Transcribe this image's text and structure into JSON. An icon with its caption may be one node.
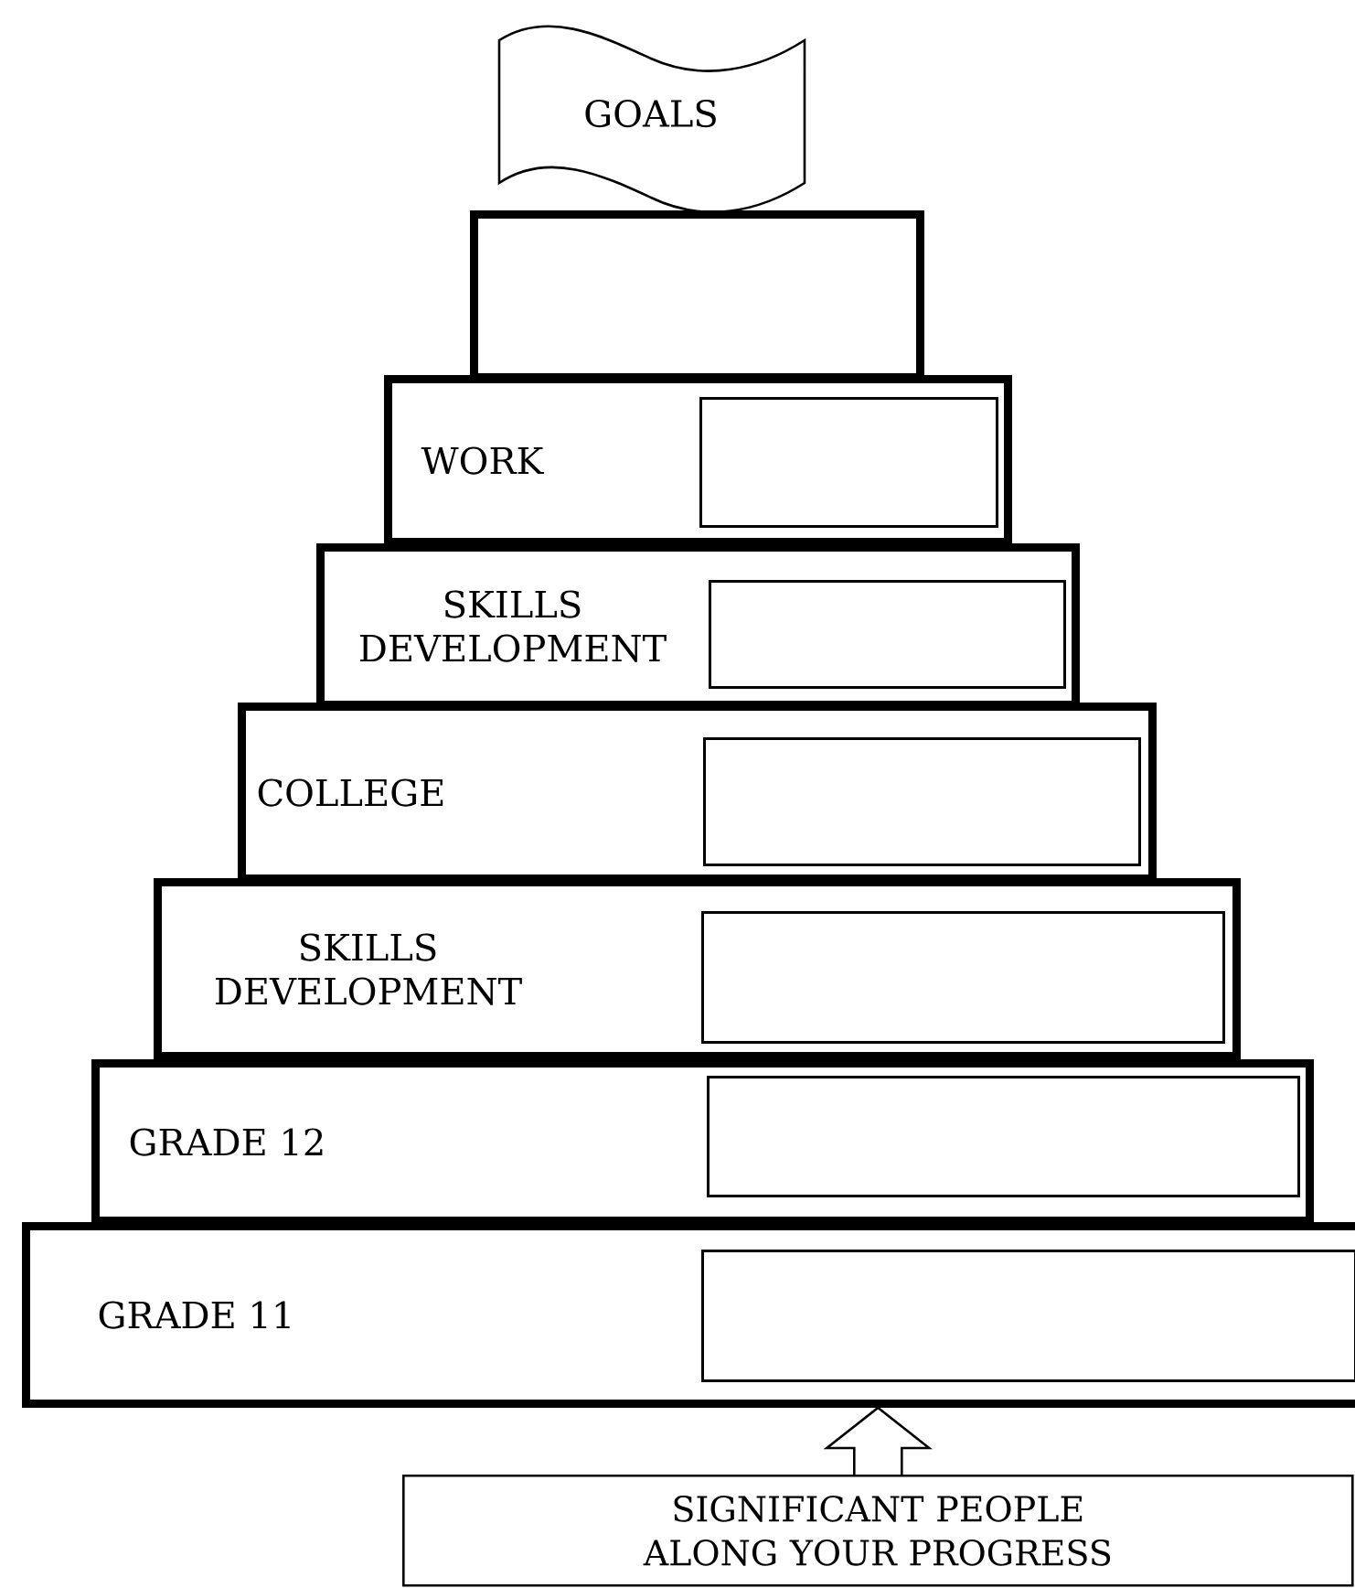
{
  "diagram": {
    "nodes": [
      {
        "text": [
          "GOALS"
        ]
      },
      {
        "text": [],
        "shape": "box"
      },
      {
        "text": [
          "WORK"
        ]
      },
      {
        "text": [],
        "shape": "box",
        "in": 2
      },
      {
        "text": [
          "SKILLS DEVELOPMENT"
        ]
      },
      {
        "text": [],
        "shape": "box",
        "in": 4
      },
      {
        "text": [
          "COLLEGE"
        ]
      },
      {
        "text": [],
        "shape": "box",
        "in": 6
      },
      {
        "text": [
          "SKILLS DEVELOPMENT"
        ]
      },
      {
        "text": [],
        "shape": "box",
        "in": 8
      },
      {
        "text": [
          "GRADE 12"
        ]
      },
      {
        "text": [],
        "shape": "box",
        "in": 10
      },
      {
        "text": [
          "GRADE 11"
        ]
      },
      {
        "text": [],
        "shape": "box",
        "in": 12
      },
      {
        "text": [
          "SIGNIFICANT PEOPLE ALONG YOUR PROGRESS"
        ]
      }
    ],
    "edges": [
      {
        "from": 14,
        "to": 12,
        "arrow": "to"
      }
    ]
  }
}
